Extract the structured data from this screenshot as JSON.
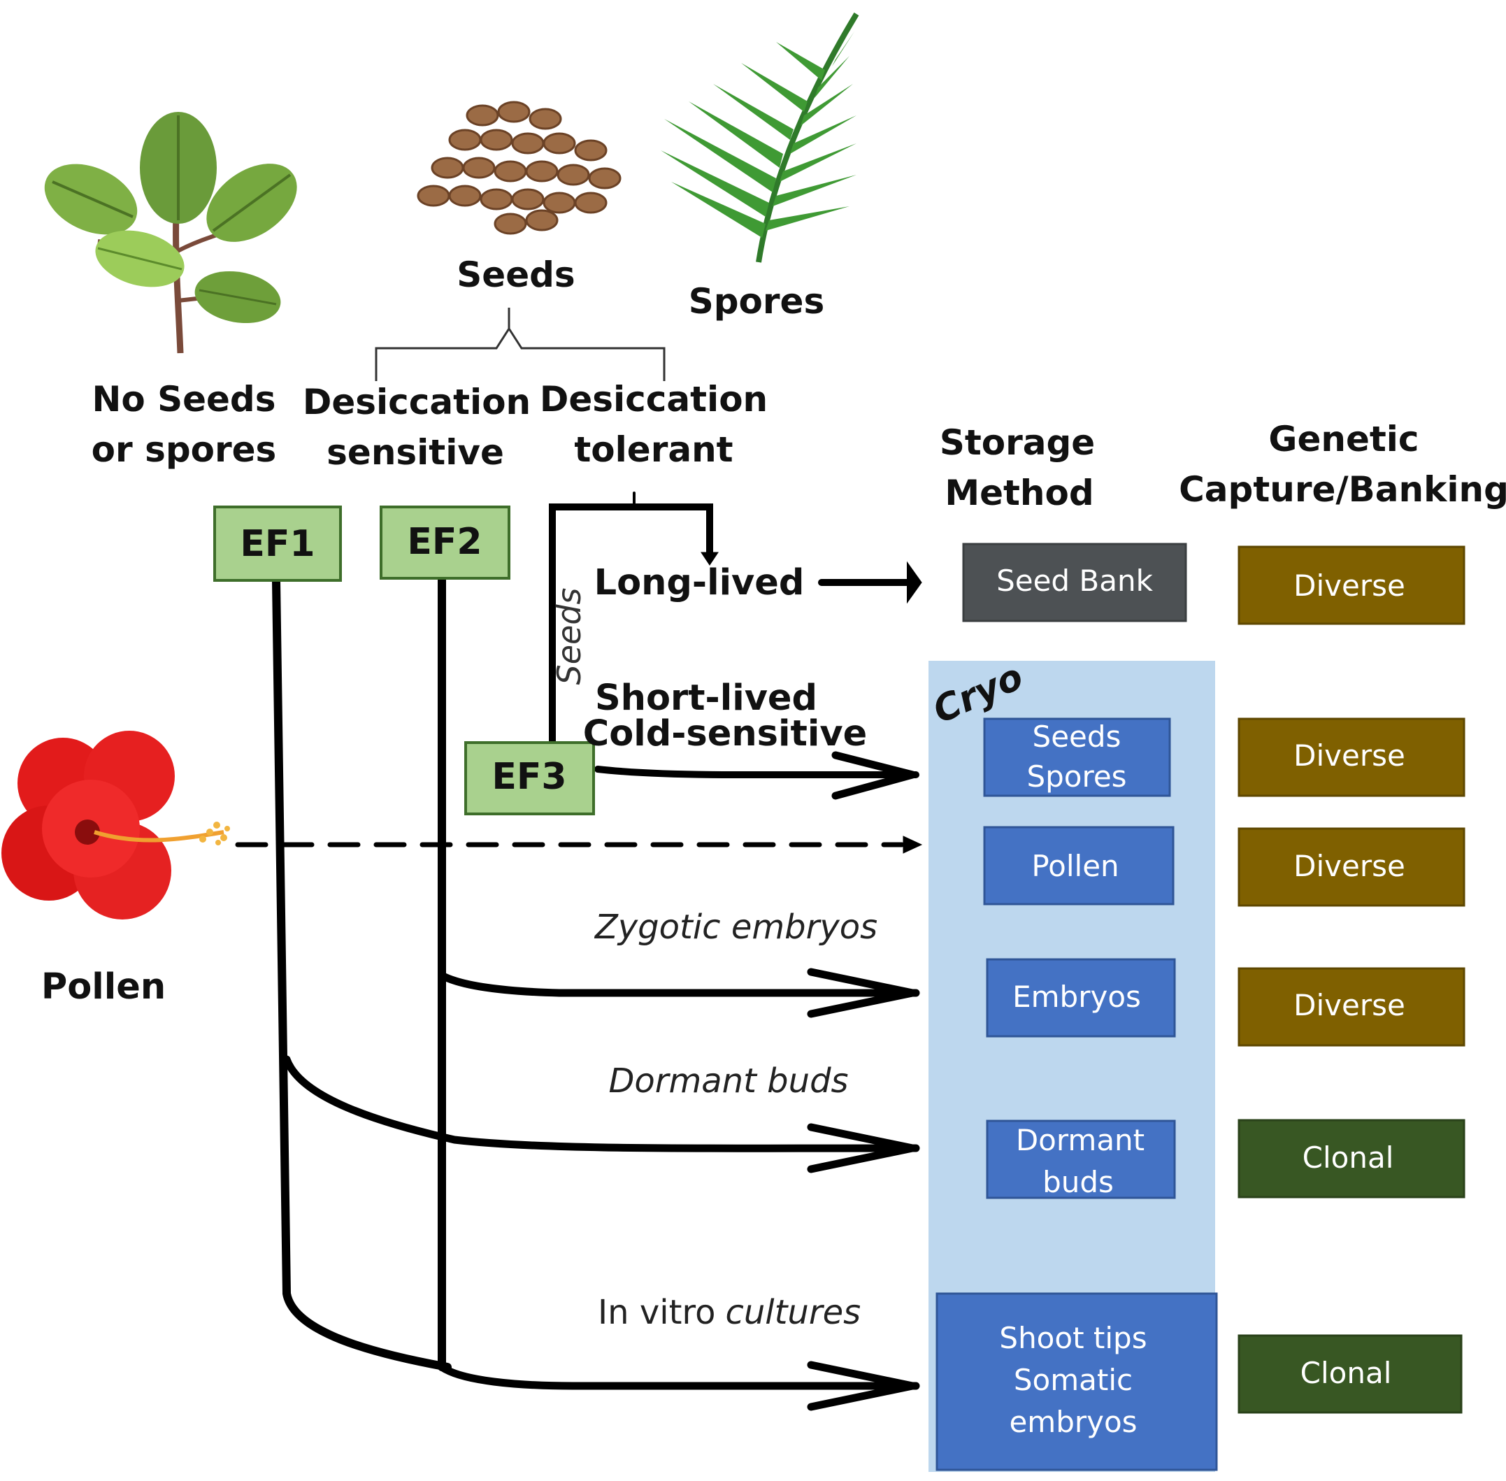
{
  "header": {
    "seeds": "Seeds",
    "spores": "Spores",
    "no_seeds_1": "No Seeds",
    "no_seeds_2": "or spores",
    "des_sens_1": "Desiccation",
    "des_sens_2": "sensitive",
    "des_tol_1": "Desiccation",
    "des_tol_2": "tolerant",
    "storage_1": "Storage",
    "storage_2": "Method",
    "genetic_1": "Genetic",
    "genetic_2": "Capture/Banking"
  },
  "ef": {
    "ef1": "EF1",
    "ef2": "EF2",
    "ef3": "EF3"
  },
  "paths": {
    "seeds_vertical": "Seeds",
    "long_lived": "Long-lived",
    "short_lived_1": "Short-lived",
    "short_lived_2": "Cold-sensitive",
    "zygotic": "Zygotic embryos",
    "dormant": "Dormant buds",
    "invitro_roman": "In vitro",
    "invitro_italic": "cultures",
    "pollen": "Pollen"
  },
  "storage": {
    "cryo": "Cryo",
    "seed_bank": "Seed Bank",
    "seeds_spores_1": "Seeds",
    "seeds_spores_2": "Spores",
    "pollen": "Pollen",
    "embryos": "Embryos",
    "dormant_1": "Dormant",
    "dormant_2": "buds",
    "shoot_1": "Shoot tips",
    "shoot_2": "Somatic",
    "shoot_3": "embryos"
  },
  "genetic": {
    "g1": "Diverse",
    "g2": "Diverse",
    "g3": "Diverse",
    "g4": "Diverse",
    "g5": "Clonal",
    "g6": "Clonal"
  },
  "colors": {
    "ef_fill": "#a9d18e",
    "seed_bank": "#4d5154",
    "cryo_panel": "#bdd7ee",
    "storage_blue": "#4472c4",
    "diverse": "#7f6000",
    "clonal": "#385723"
  }
}
